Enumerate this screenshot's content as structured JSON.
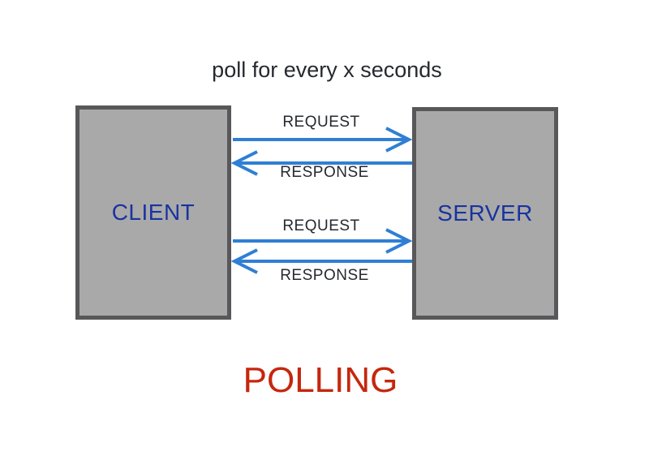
{
  "title": "poll for every x seconds",
  "nodes": {
    "client": {
      "label": "CLIENT"
    },
    "server": {
      "label": "SERVER"
    }
  },
  "messages": [
    {
      "label": "REQUEST",
      "direction": "right",
      "from": "client",
      "to": "server"
    },
    {
      "label": "RESPONSE",
      "direction": "left",
      "from": "server",
      "to": "client"
    },
    {
      "label": "REQUEST",
      "direction": "right",
      "from": "client",
      "to": "server"
    },
    {
      "label": "RESPONSE",
      "direction": "left",
      "from": "server",
      "to": "client"
    }
  ],
  "caption": "POLLING",
  "colors": {
    "canvas_bg": "#ffffff",
    "arrow_blue": "#2f7fd4",
    "box_fill": "#a9a9a9",
    "box_border": "#58585a",
    "node_text_navy": "#19339f",
    "caption_red": "#c5270d",
    "label_text": "#26292f"
  }
}
